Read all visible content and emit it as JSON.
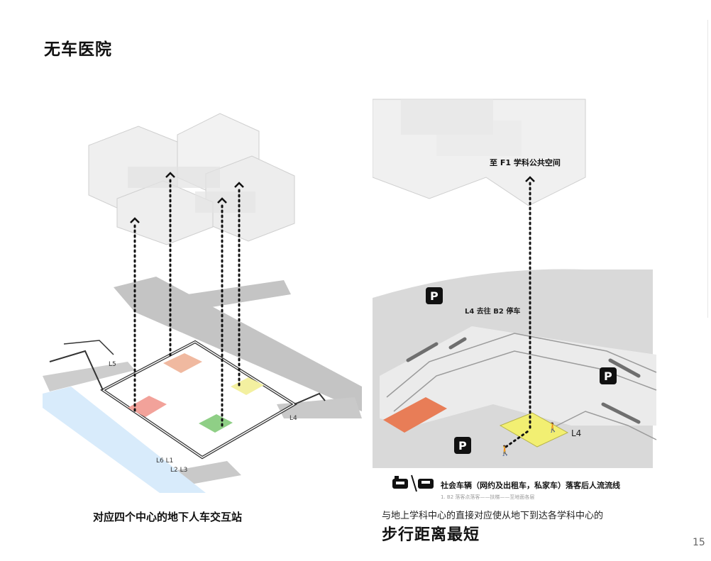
{
  "page": {
    "title": "无车医院",
    "number": "15"
  },
  "left_diagram": {
    "caption": "对应四个中心的地下人车交互站",
    "level_labels": {
      "l5": "L5",
      "l4": "L4",
      "l6_l1": "L6 L1",
      "l2_l3": "L2 L3"
    }
  },
  "right_diagram": {
    "arrow_label": "至 F1 学科公共空间",
    "parking_label": "L4 去往 B2 停车",
    "parking_icon": "P",
    "level_label": "L4",
    "legend_title": "社会车辆（网约及出租车，私家车）落客后人流流线",
    "legend_sub": "1. B2 落客点落客——扶梯——至地面各层",
    "caption_small": "与地上学科中心的直接对应使从地下到达各学科中心的",
    "caption_large": "步行距离最短"
  },
  "colors": {
    "zone_red": "#f2a29a",
    "zone_orange": "#f0b9a0",
    "zone_yellow": "#f3f0a0",
    "zone_green": "#8fcf86",
    "highlight_yellow": "#f2ef72",
    "block_orange": "#e87d57",
    "water_blue": "#d8ebfb",
    "road_gray": "#bdbdbd"
  }
}
